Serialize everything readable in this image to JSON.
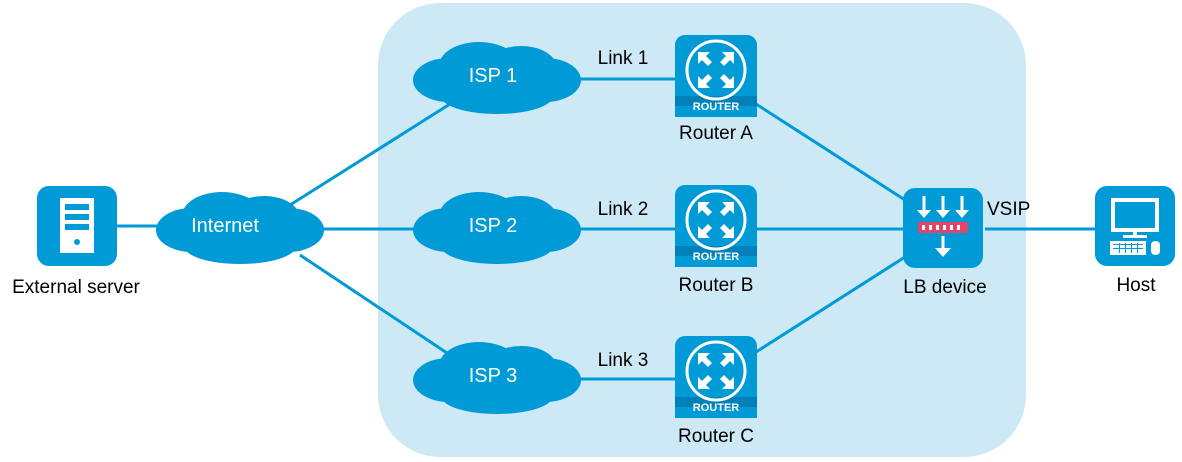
{
  "diagram": {
    "title": "",
    "colors": {
      "region": "#cce9f5",
      "device": "#009ad6",
      "link": "#009ad6",
      "lb_bar": "#e0456a",
      "text": "#000000"
    },
    "nodes": {
      "external_server": {
        "label": "External server",
        "icon": "server-icon"
      },
      "internet": {
        "label": "Internet",
        "icon": "cloud-icon"
      },
      "isp1": {
        "label": "ISP 1",
        "icon": "cloud-icon"
      },
      "isp2": {
        "label": "ISP 2",
        "icon": "cloud-icon"
      },
      "isp3": {
        "label": "ISP 3",
        "icon": "cloud-icon"
      },
      "router_a": {
        "label": "Router A",
        "tag": "ROUTER",
        "icon": "router-icon"
      },
      "router_b": {
        "label": "Router B",
        "tag": "ROUTER",
        "icon": "router-icon"
      },
      "router_c": {
        "label": "Router C",
        "tag": "ROUTER",
        "icon": "router-icon"
      },
      "lb_device": {
        "label": "LB device",
        "icon": "load-balancer-icon"
      },
      "host": {
        "label": "Host",
        "icon": "desktop-computer-icon"
      }
    },
    "links": [
      {
        "from": "external_server",
        "to": "internet",
        "label": ""
      },
      {
        "from": "internet",
        "to": "isp1",
        "label": ""
      },
      {
        "from": "internet",
        "to": "isp2",
        "label": ""
      },
      {
        "from": "internet",
        "to": "isp3",
        "label": ""
      },
      {
        "from": "isp1",
        "to": "router_a",
        "label": "Link 1"
      },
      {
        "from": "isp2",
        "to": "router_b",
        "label": "Link 2"
      },
      {
        "from": "isp3",
        "to": "router_c",
        "label": "Link 3"
      },
      {
        "from": "router_a",
        "to": "lb_device",
        "label": ""
      },
      {
        "from": "router_b",
        "to": "lb_device",
        "label": ""
      },
      {
        "from": "router_c",
        "to": "lb_device",
        "label": ""
      },
      {
        "from": "lb_device",
        "to": "host",
        "label": "VSIP"
      }
    ]
  }
}
